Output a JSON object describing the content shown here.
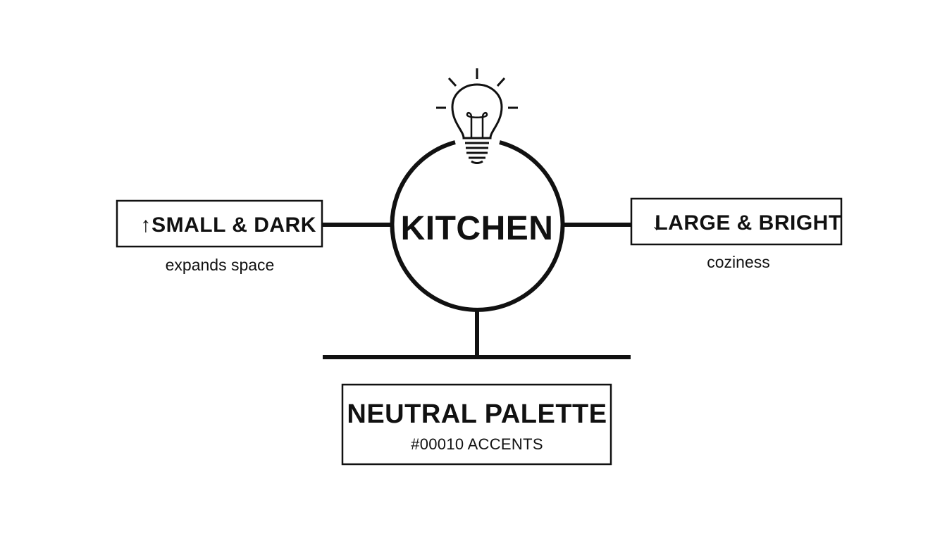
{
  "center": {
    "label": "KITCHEN",
    "icon": "lightbulb-icon"
  },
  "left": {
    "label": "SMALL & DARK",
    "arrow": "↑",
    "arrow_icon": "arrow-up-icon",
    "caption": "expands space"
  },
  "right": {
    "label": "LARGE & BRIGHT",
    "arrow": "↓",
    "arrow_icon": "arrow-down-icon",
    "caption": "coziness"
  },
  "bottom": {
    "title": "NEUTRAL PALETTE",
    "subtitle": "#00010 ACCENTS"
  },
  "colors": {
    "ink": "#111111",
    "background": "#ffffff"
  }
}
